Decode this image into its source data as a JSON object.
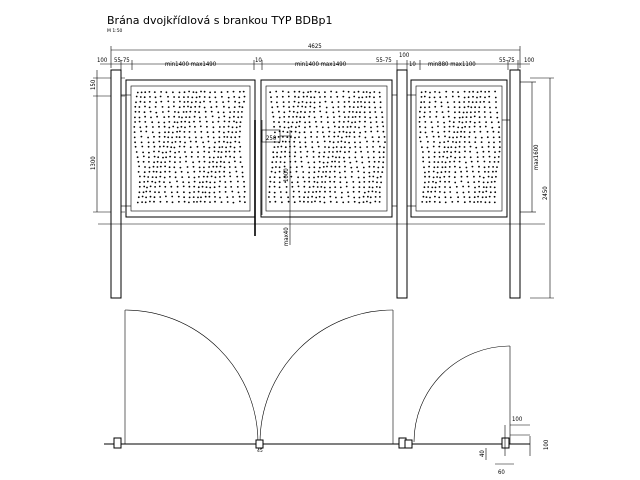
{
  "title": "Brána dvojkřídlová s brankou TYP BDBp1",
  "scale": "M 1:50",
  "dimensions": {
    "total": "4625",
    "post_left": "100",
    "post_mid": "100",
    "post_right": "100",
    "gap_left": "55-75",
    "leaf_left": "min1400  max1490",
    "center_gap": "10",
    "leaf_right": "min1400  max1490",
    "gap_mid_left": "55-75",
    "gap_mid_right": "10",
    "wicket": "min880  max1100",
    "gap_right": "55-75",
    "top_offset": "150",
    "gate_height": "1300",
    "wicket_height": "max1600",
    "overall_height": "2450",
    "latch_w": "250",
    "latch_h": "1000",
    "ground_gap": "max40",
    "detail_100_top": "100",
    "detail_100_right": "100",
    "detail_40": "40",
    "detail_60": "60",
    "hinge_mark": "45"
  }
}
